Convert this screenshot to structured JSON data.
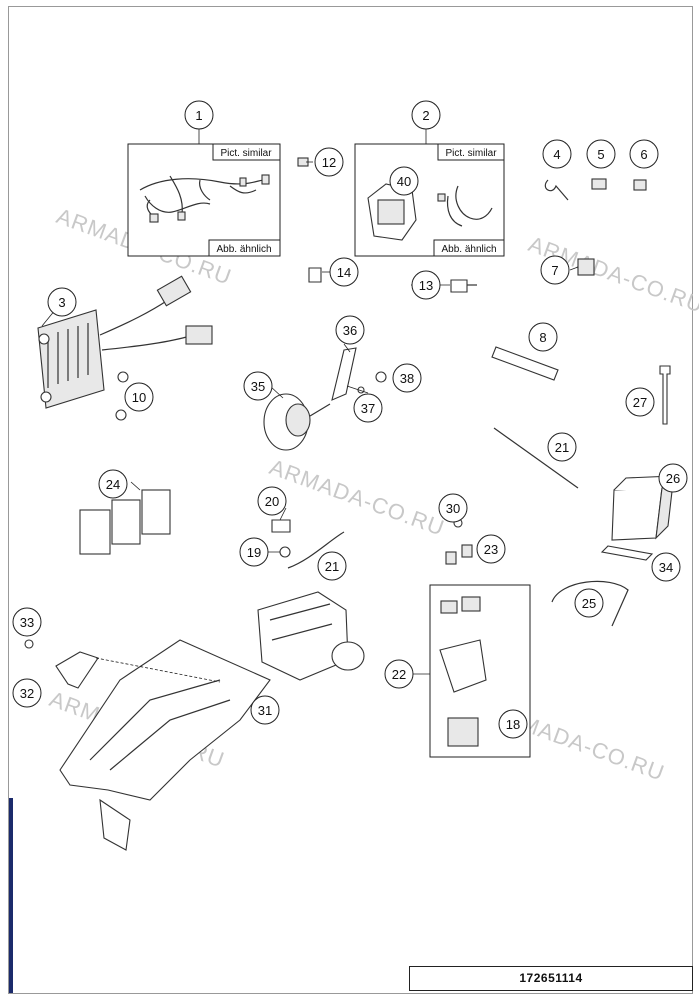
{
  "callouts": [
    "1",
    "2",
    "3",
    "4",
    "5",
    "6",
    "7",
    "8",
    "10",
    "12",
    "13",
    "14",
    "18",
    "19",
    "20",
    "21",
    "21",
    "22",
    "23",
    "24",
    "25",
    "26",
    "27",
    "30",
    "31",
    "32",
    "33",
    "34",
    "35",
    "36",
    "37",
    "38",
    "40"
  ],
  "boxes": {
    "box1": {
      "top_note": "Pict. similar",
      "bottom_note": "Abb. ähnlich"
    },
    "box2": {
      "top_note": "Pict. similar",
      "bottom_note": "Abb. ähnlich"
    }
  },
  "watermark": "ARMADA-CO.RU",
  "footer": {
    "doc_number": "172651114"
  }
}
